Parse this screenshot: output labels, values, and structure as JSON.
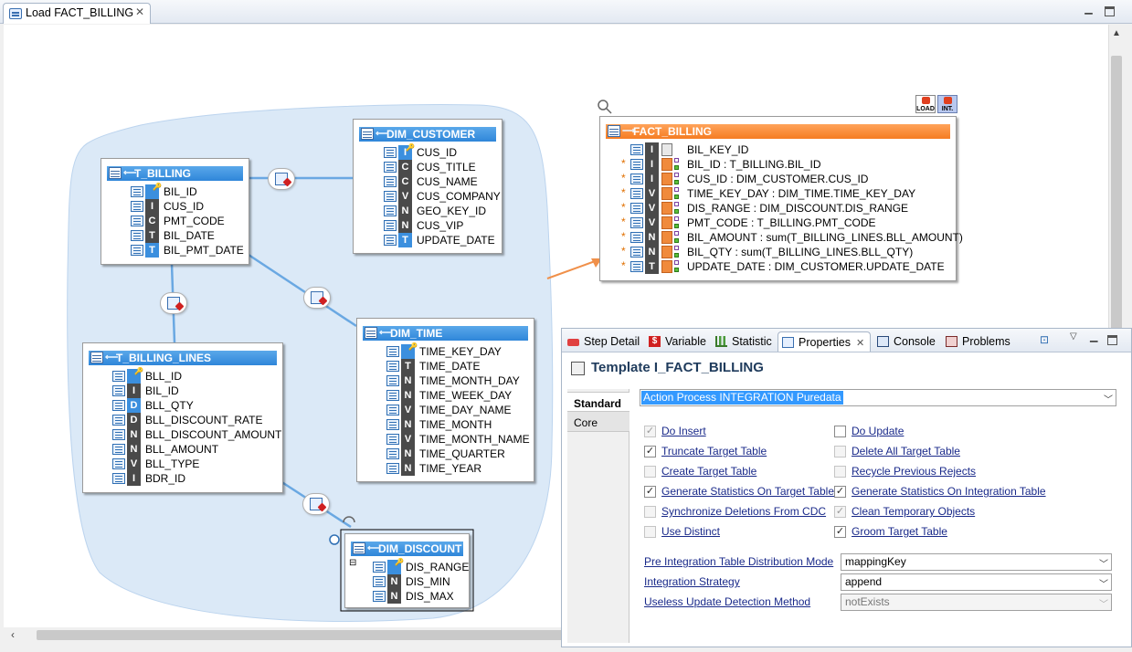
{
  "editor": {
    "tab_title": "Load FACT_BILLING"
  },
  "mapping": {
    "t_billing": {
      "title": "T_BILLING",
      "columns": [
        {
          "type": "",
          "name": "BIL_ID",
          "key": true
        },
        {
          "type": "I",
          "name": "CUS_ID"
        },
        {
          "type": "C",
          "name": "PMT_CODE"
        },
        {
          "type": "T",
          "name": "BIL_DATE"
        },
        {
          "type": "T",
          "name": "BIL_PMT_DATE"
        }
      ]
    },
    "dim_customer": {
      "title": "DIM_CUSTOMER",
      "columns": [
        {
          "type": "I",
          "name": "CUS_ID",
          "key": true
        },
        {
          "type": "C",
          "name": "CUS_TITLE"
        },
        {
          "type": "C",
          "name": "CUS_NAME"
        },
        {
          "type": "V",
          "name": "CUS_COMPANY"
        },
        {
          "type": "N",
          "name": "GEO_KEY_ID"
        },
        {
          "type": "N",
          "name": "CUS_VIP"
        },
        {
          "type": "T",
          "name": "UPDATE_DATE"
        }
      ]
    },
    "t_billing_lines": {
      "title": "T_BILLING_LINES",
      "columns": [
        {
          "type": "",
          "name": "BLL_ID",
          "key": true
        },
        {
          "type": "I",
          "name": "BIL_ID"
        },
        {
          "type": "D",
          "name": "BLL_QTY"
        },
        {
          "type": "D",
          "name": "BLL_DISCOUNT_RATE"
        },
        {
          "type": "N",
          "name": "BLL_DISCOUNT_AMOUNT"
        },
        {
          "type": "N",
          "name": "BLL_AMOUNT"
        },
        {
          "type": "V",
          "name": "BLL_TYPE"
        },
        {
          "type": "I",
          "name": "BDR_ID"
        }
      ]
    },
    "dim_time": {
      "title": "DIM_TIME",
      "columns": [
        {
          "type": "",
          "name": "TIME_KEY_DAY",
          "key": true
        },
        {
          "type": "T",
          "name": "TIME_DATE"
        },
        {
          "type": "N",
          "name": "TIME_MONTH_DAY"
        },
        {
          "type": "N",
          "name": "TIME_WEEK_DAY"
        },
        {
          "type": "V",
          "name": "TIME_DAY_NAME"
        },
        {
          "type": "N",
          "name": "TIME_MONTH"
        },
        {
          "type": "V",
          "name": "TIME_MONTH_NAME"
        },
        {
          "type": "N",
          "name": "TIME_QUARTER"
        },
        {
          "type": "N",
          "name": "TIME_YEAR"
        }
      ]
    },
    "dim_discount": {
      "title": "DIM_DISCOUNT",
      "columns": [
        {
          "type": "",
          "name": "DIS_RANGE",
          "key": true
        },
        {
          "type": "N",
          "name": "DIS_MIN"
        },
        {
          "type": "N",
          "name": "DIS_MAX"
        }
      ]
    },
    "fact_billing": {
      "title": "FACT_BILLING",
      "load_label": "LOAD",
      "int_label": "INT.",
      "columns": [
        {
          "type": "I",
          "name": "BIL_KEY_ID",
          "mapped": false
        },
        {
          "type": "I",
          "name": "BIL_ID : T_BILLING.BIL_ID",
          "mapped": true
        },
        {
          "type": "I",
          "name": "CUS_ID : DIM_CUSTOMER.CUS_ID",
          "mapped": true
        },
        {
          "type": "V",
          "name": "TIME_KEY_DAY : DIM_TIME.TIME_KEY_DAY",
          "mapped": true
        },
        {
          "type": "V",
          "name": "DIS_RANGE : DIM_DISCOUNT.DIS_RANGE",
          "mapped": true
        },
        {
          "type": "V",
          "name": "PMT_CODE : T_BILLING.PMT_CODE",
          "mapped": true
        },
        {
          "type": "N",
          "name": "BIL_AMOUNT : sum(T_BILLING_LINES.BLL_AMOUNT)",
          "mapped": true
        },
        {
          "type": "N",
          "name": "BIL_QTY : sum(T_BILLING_LINES.BLL_QTY)",
          "mapped": true
        },
        {
          "type": "T",
          "name": "UPDATE_DATE : DIM_CUSTOMER.UPDATE_DATE",
          "mapped": true
        }
      ]
    }
  },
  "panel": {
    "tabs": [
      {
        "label": "Step Detail",
        "icon": "step-detail-icon"
      },
      {
        "label": "Variable",
        "icon": "variable-icon"
      },
      {
        "label": "Statistic",
        "icon": "statistic-icon"
      },
      {
        "label": "Properties",
        "icon": "properties-icon"
      },
      {
        "label": "Console",
        "icon": "console-icon"
      },
      {
        "label": "Problems",
        "icon": "problems-icon"
      }
    ],
    "title": "Template I_FACT_BILLING",
    "side_tabs": [
      "Standard",
      "Core"
    ],
    "process": "Action Process INTEGRATION Puredata",
    "options_left": [
      {
        "label": "Do Insert",
        "checked": true,
        "disabled": true
      },
      {
        "label": "Truncate Target Table",
        "checked": true,
        "disabled": false
      },
      {
        "label": "Create Target Table",
        "checked": false,
        "disabled": true
      },
      {
        "label": "Generate Statistics On Target Table",
        "checked": true,
        "disabled": false
      },
      {
        "label": "Synchronize Deletions From CDC",
        "checked": false,
        "disabled": true
      },
      {
        "label": "Use Distinct",
        "checked": false,
        "disabled": true
      }
    ],
    "options_right": [
      {
        "label": "Do Update",
        "checked": false,
        "disabled": false
      },
      {
        "label": "Delete All Target Table",
        "checked": false,
        "disabled": true
      },
      {
        "label": "Recycle Previous Rejects",
        "checked": false,
        "disabled": true
      },
      {
        "label": "Generate Statistics On Integration Table",
        "checked": true,
        "disabled": false
      },
      {
        "label": "Clean Temporary Objects",
        "checked": true,
        "disabled": true
      },
      {
        "label": "Groom Target Table",
        "checked": true,
        "disabled": false
      }
    ],
    "params": [
      {
        "label": "Pre Integration Table Distribution Mode",
        "value": "mappingKey",
        "disabled": false
      },
      {
        "label": "Integration Strategy",
        "value": "append",
        "disabled": false
      },
      {
        "label": "Useless Update Detection Method",
        "value": "notExists",
        "disabled": true
      }
    ]
  }
}
